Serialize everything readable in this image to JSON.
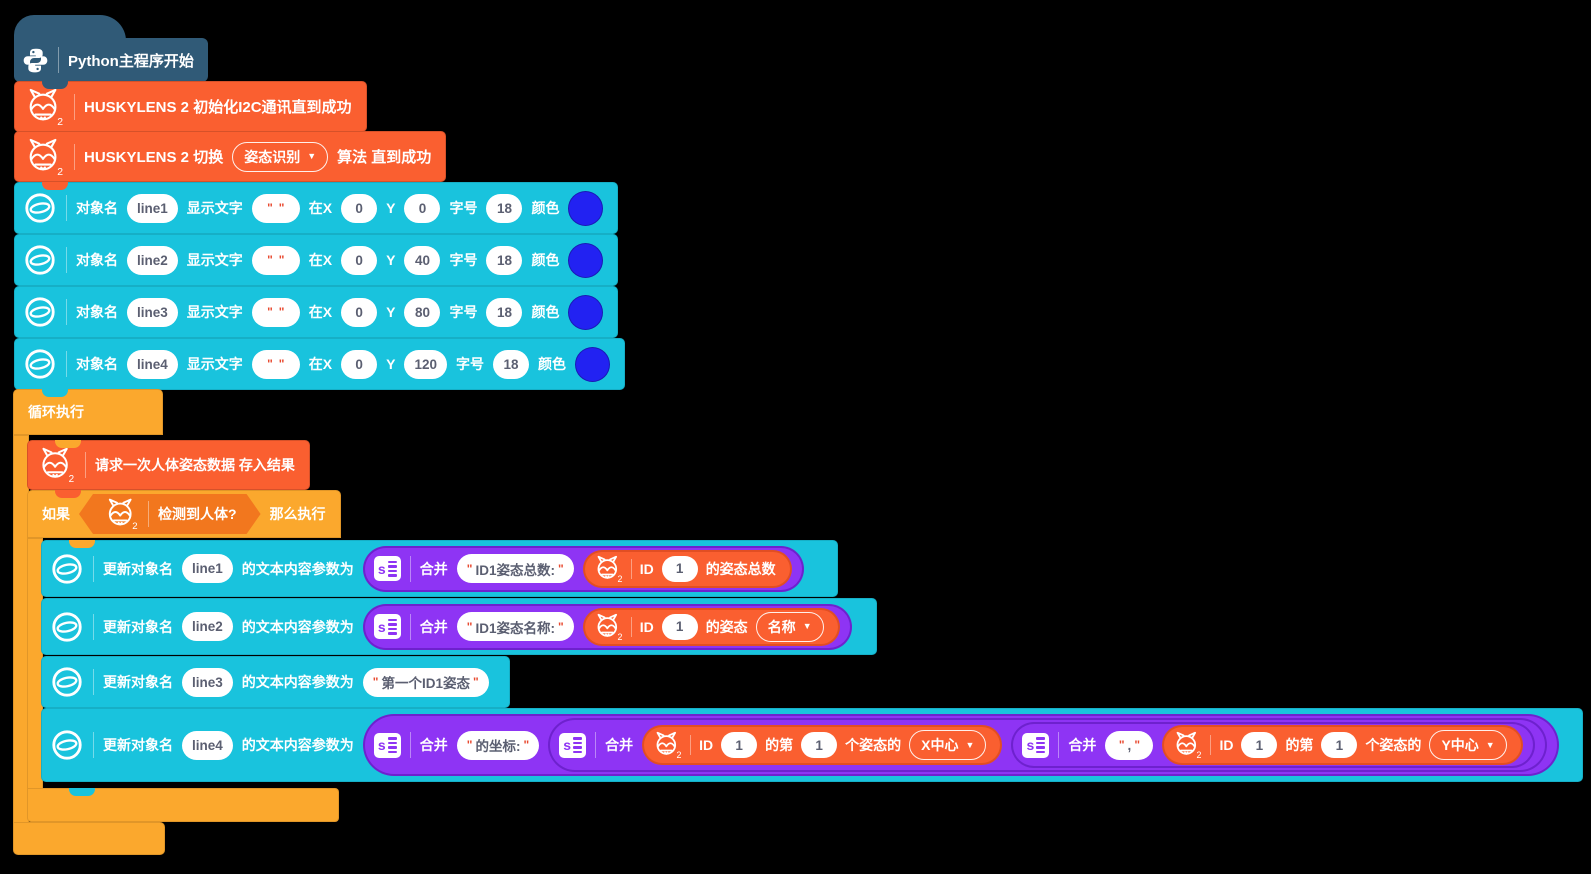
{
  "colors": {
    "background": "#000000",
    "hat": "#305a77",
    "husky_orange": "#fa5f30",
    "control_yellow": "#fba82d",
    "display_cyan": "#19c3dd",
    "join_purple": "#8e34f4",
    "bool_orange": "#f2771e",
    "color_swatch_blue": "#2222f2",
    "quote_red": "#e8492f",
    "pill_text": "#5b5f71"
  },
  "icons": {
    "husky_sub": "2",
    "string_icon_s": "s",
    "caret": "▼"
  },
  "quote": "\"",
  "hat": {
    "label": "Python主程序开始"
  },
  "husky_init": {
    "label": "HUSKYLENS 2 初始化I2C通讯直到成功"
  },
  "husky_switch": {
    "label_pre": "HUSKYLENS 2 切换",
    "algorithm": "姿态识别",
    "label_post": "算法 直到成功"
  },
  "display_labels": {
    "obj": "对象名",
    "show_text": "显示文字",
    "at_x": "在X",
    "y": "Y",
    "font_size": "字号",
    "color": "颜色"
  },
  "display_rows": [
    {
      "obj": "line1",
      "text": "",
      "x": "0",
      "y": "0",
      "size": "18"
    },
    {
      "obj": "line2",
      "text": "",
      "x": "0",
      "y": "40",
      "size": "18"
    },
    {
      "obj": "line3",
      "text": "",
      "x": "0",
      "y": "80",
      "size": "18"
    },
    {
      "obj": "line4",
      "text": "",
      "x": "0",
      "y": "120",
      "size": "18"
    }
  ],
  "loop": {
    "label": "循环执行"
  },
  "request": {
    "label": "请求一次人体姿态数据 存入结果"
  },
  "if_block": {
    "if_label": "如果",
    "then_label": "那么执行",
    "condition": "检测到人体?"
  },
  "update_labels": {
    "update_obj": "更新对象名",
    "param": "的文本内容参数为",
    "join": "合并",
    "id": "ID"
  },
  "update_rows": {
    "row1": {
      "obj": "line1",
      "text": "ID1姿态总数:",
      "id": "1",
      "suffix": "的姿态总数"
    },
    "row2": {
      "obj": "line2",
      "text": "ID1姿态名称:",
      "id": "1",
      "suffix": "的姿态",
      "option": "名称"
    },
    "row3": {
      "obj": "line3",
      "text": "第一个ID1姿态"
    },
    "row4": {
      "obj": "line4",
      "text1": "的坐标:",
      "comma": ",",
      "x": {
        "id": "1",
        "mid": "的第",
        "n": "1",
        "suffix": "个姿态的",
        "option": "X中心"
      },
      "y": {
        "id": "1",
        "mid": "的第",
        "n": "1",
        "suffix": "个姿态的",
        "option": "Y中心"
      }
    }
  }
}
